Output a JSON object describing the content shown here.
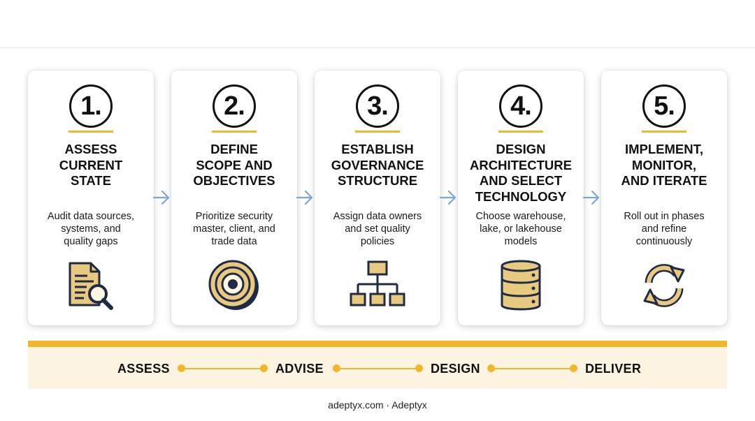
{
  "steps": [
    {
      "number": "1.",
      "title": [
        "ASSESS",
        "CURRENT",
        "STATE"
      ],
      "description": [
        "Audit data sources,",
        "systems, and",
        "quality gaps"
      ],
      "icon": "document-search-icon"
    },
    {
      "number": "2.",
      "title": [
        "DEFINE",
        "SCOPE AND",
        "OBJECTIVES"
      ],
      "description": [
        "Prioritize security",
        "master, client, and",
        "trade data"
      ],
      "icon": "target-icon"
    },
    {
      "number": "3.",
      "title": [
        "ESTABLISH",
        "GOVERNANCE",
        "STRUCTURE"
      ],
      "description": [
        "Assign data owners",
        "and set quality",
        "policies"
      ],
      "icon": "org-chart-icon"
    },
    {
      "number": "4.",
      "title": [
        "DESIGN",
        "ARCHITECTURE",
        "AND SELECT",
        "TECHNOLOGY"
      ],
      "description": [
        "Choose warehouse,",
        "lake, or lakehouse",
        "models"
      ],
      "icon": "database-icon"
    },
    {
      "number": "5.",
      "title": [
        "IMPLEMENT,",
        "MONITOR,",
        "AND ITERATE"
      ],
      "description": [
        "Roll out in phases",
        "and refine",
        "continuously"
      ],
      "icon": "refresh-cycle-icon"
    }
  ],
  "phases": [
    "ASSESS",
    "ADVISE",
    "DESIGN",
    "DELIVER"
  ],
  "footer": "adeptyx.com · Adeptyx",
  "colors": {
    "accent": "#f2b62a",
    "icon_fill": "#e8c980",
    "icon_stroke": "#1f2a44",
    "arrow": "#7ba7d6",
    "band": "#fdf3e1"
  }
}
